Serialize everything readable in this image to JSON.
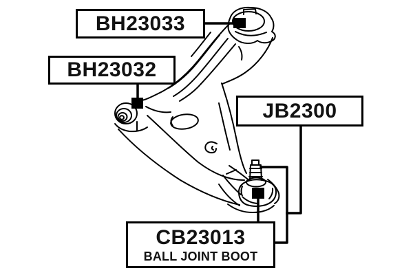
{
  "canvas": {
    "background": "#ffffff",
    "line_color": "#000000",
    "text_color": "#121212"
  },
  "callouts": {
    "upper_bushing": {
      "code": "BH23033"
    },
    "front_bushing": {
      "code": "BH23032"
    },
    "ball_joint": {
      "code": "JB2300"
    },
    "ball_joint_boot": {
      "code": "CB23013",
      "caption": "BALL JOINT BOOT"
    }
  }
}
